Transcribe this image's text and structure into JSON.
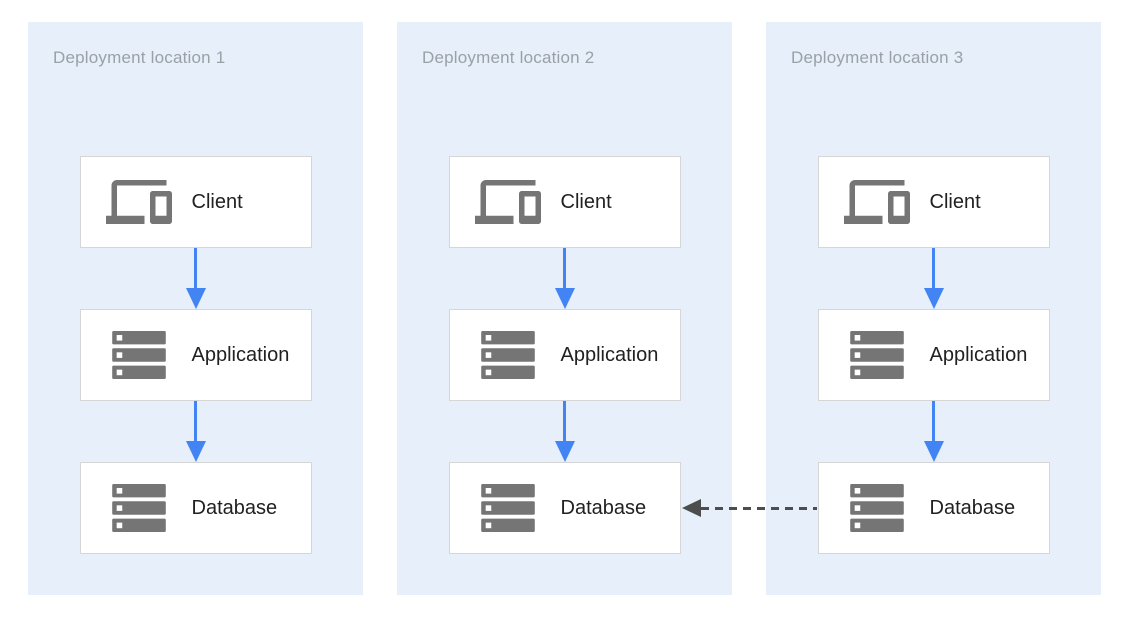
{
  "panels": [
    {
      "title": "Deployment location 1",
      "nodes": [
        {
          "label": "Client",
          "icon": "devices-icon"
        },
        {
          "label": "Application",
          "icon": "server-stack-icon"
        },
        {
          "label": "Database",
          "icon": "server-stack-icon"
        }
      ]
    },
    {
      "title": "Deployment location 2",
      "nodes": [
        {
          "label": "Client",
          "icon": "devices-icon"
        },
        {
          "label": "Application",
          "icon": "server-stack-icon"
        },
        {
          "label": "Database",
          "icon": "server-stack-icon"
        }
      ]
    },
    {
      "title": "Deployment location 3",
      "nodes": [
        {
          "label": "Client",
          "icon": "devices-icon"
        },
        {
          "label": "Application",
          "icon": "server-stack-icon"
        },
        {
          "label": "Database",
          "icon": "server-stack-icon"
        }
      ]
    }
  ],
  "connections": {
    "vertical_arrows": "Client to Application to Database, solid blue arrow, in each deployment location",
    "cross_arrow": {
      "from": "Database in Deployment location 3",
      "to": "Database in Deployment location 2",
      "style": "dashed"
    }
  },
  "colors": {
    "panel_background": "#E6EFFA",
    "box_border": "#D6D6D6",
    "arrow_blue": "#4284F4",
    "dashed_arrow_gray": "#4D4D4D",
    "icon_gray": "#757575",
    "title_gray": "#9AA0A6",
    "label_color": "#212121"
  }
}
